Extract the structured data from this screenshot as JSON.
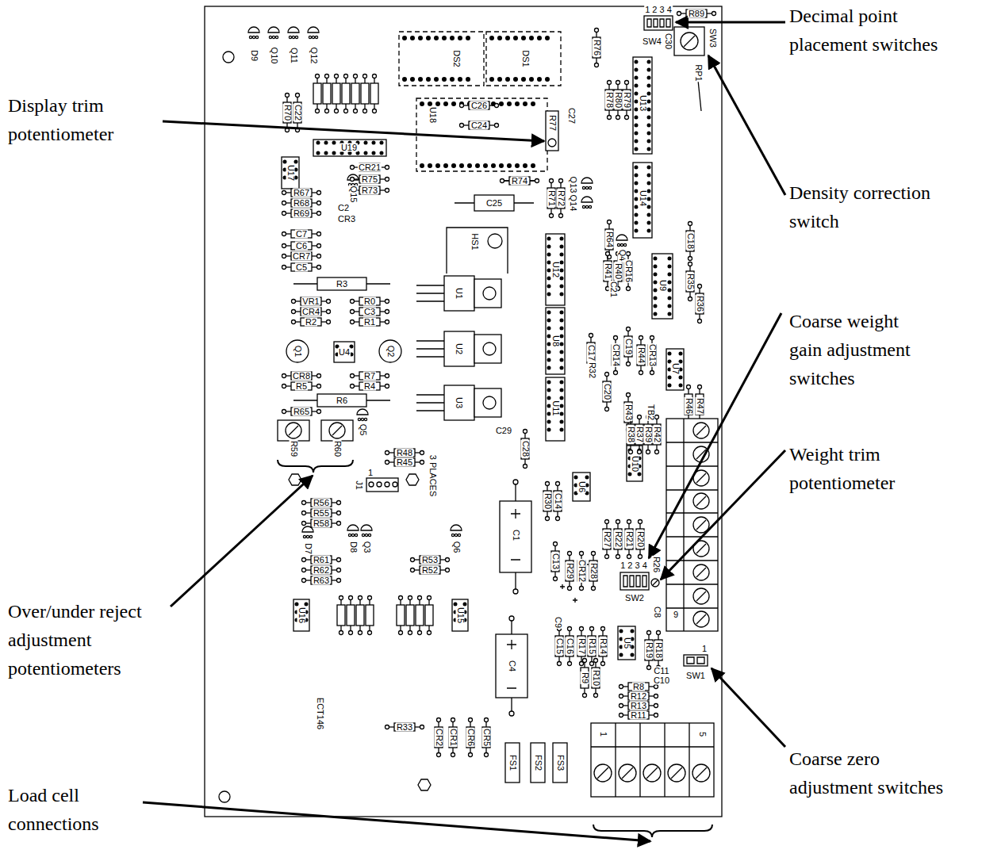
{
  "diagram": {
    "labels": [
      "Decimal point placement switches",
      "Display trim potentiometer",
      "Density correction switch",
      "Coarse weight gain adjustment switches",
      "Weight trim potentiometer",
      "Over/under reject adjustment potentiometers",
      "Coarse zero adjustment switches",
      "Load cell connections",
      "D9",
      "Q10",
      "Q11",
      "Q12",
      "DS2",
      "DS1",
      "1 2 3 4",
      "SW4",
      "R89",
      "C30",
      "R76",
      "R78",
      "R80",
      "R79",
      "U13",
      "SW3",
      "RP1",
      "R70",
      "C22",
      "U18",
      "C26",
      "C24",
      "R77",
      "C27",
      "U19",
      "U17",
      "CR21",
      "R75",
      "R73",
      "R74",
      "R71",
      "R72",
      "Q13",
      "Q14",
      "C25",
      "Q15",
      "R67",
      "R68",
      "R69",
      "C2",
      "CR3",
      "U14",
      "C7",
      "C6",
      "CR7",
      "C5",
      "HS1",
      "R64",
      "Q4",
      "R41",
      "R40",
      "CR16",
      "C21",
      "U12",
      "U9",
      "C18",
      "R35",
      "R36",
      "R3",
      "VR1",
      "CR4",
      "R2",
      "R0",
      "C3",
      "R1",
      "U1",
      "Q1",
      "U4",
      "Q2",
      "U2",
      "U8",
      "C17",
      "R32",
      "CR14",
      "C19",
      "R44",
      "CR13",
      "C20",
      "U7",
      "U3",
      "U11",
      "CR8",
      "R5",
      "R7",
      "R4",
      "R6",
      "R65",
      "R43",
      "TB2",
      "R46",
      "R47",
      "R38",
      "R37",
      "R39",
      "R42",
      "C29",
      "Q5",
      "R48",
      "R45",
      "R59",
      "R60",
      "J1",
      "1",
      "3 PLACES",
      "C28",
      "U10",
      "U6",
      "R30",
      "C14",
      "C1",
      "R56",
      "R55",
      "R58",
      "D7",
      "D8",
      "Q3",
      "Q6",
      "R53",
      "R52",
      "R61",
      "R62",
      "R63",
      "C13",
      "R29",
      "CR12",
      "R28",
      "R27",
      "R22",
      "R21",
      "R20",
      "R26",
      "1 2 3 4",
      "SW2",
      "C8",
      "U16",
      "U15",
      "C9",
      "C15",
      "C16",
      "R17",
      "R15",
      "R14",
      "U5",
      "R19",
      "R18",
      "C11",
      "C10",
      "1",
      "SW1",
      "R9",
      "R10",
      "R8",
      "R12",
      "R13",
      "R11",
      "ECT146",
      "R33",
      "CR2",
      "CR1",
      "CR6",
      "CR5",
      "FS1",
      "FS2",
      "FS3",
      "1",
      "5",
      "9",
      "C4"
    ]
  }
}
